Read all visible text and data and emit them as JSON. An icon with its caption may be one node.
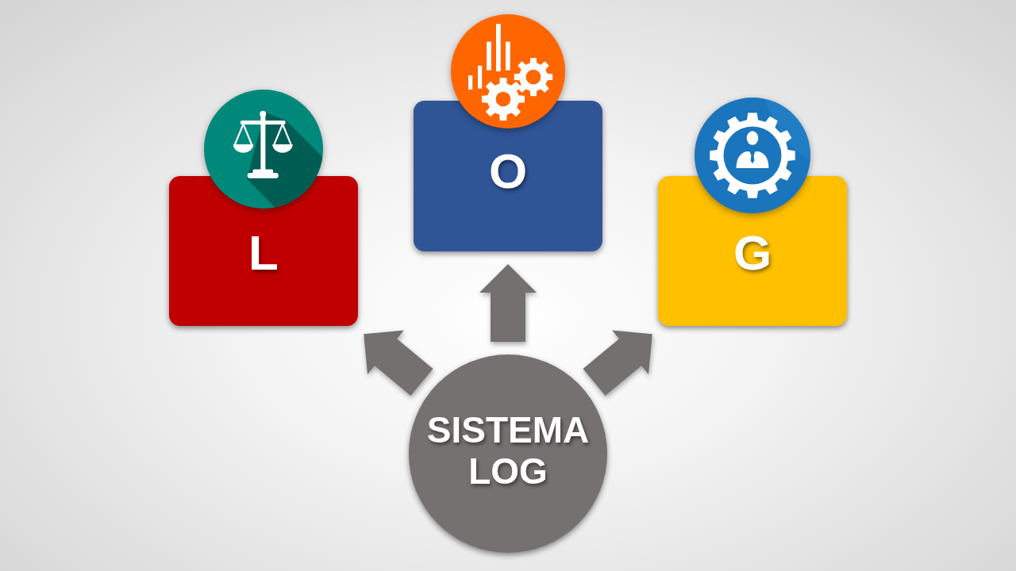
{
  "diagram": {
    "nodes": [
      {
        "text": [
          "L"
        ]
      },
      {
        "text": [
          "O"
        ]
      },
      {
        "text": [
          "G"
        ]
      },
      {
        "text": [
          "SISTEMA LOG"
        ]
      }
    ],
    "edges": [
      {
        "from": 3,
        "to": 0,
        "arrow": "to",
        "style": "thick"
      },
      {
        "from": 3,
        "to": 1,
        "arrow": "to",
        "style": "thick"
      },
      {
        "from": 3,
        "to": 2,
        "arrow": "to",
        "style": "thick"
      }
    ]
  }
}
